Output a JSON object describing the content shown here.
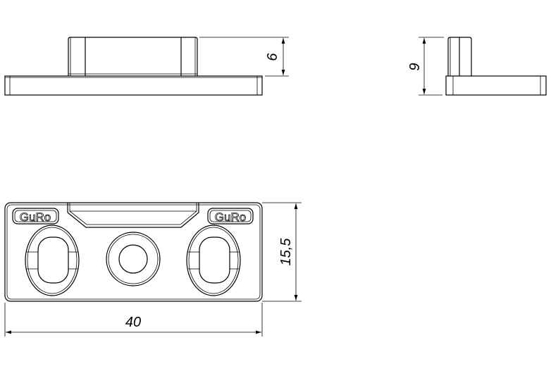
{
  "dimensions": {
    "front_height": "6",
    "side_height": "9",
    "top_width": "40",
    "top_depth": "15,5"
  },
  "logo": {
    "text": "GuRo"
  }
}
